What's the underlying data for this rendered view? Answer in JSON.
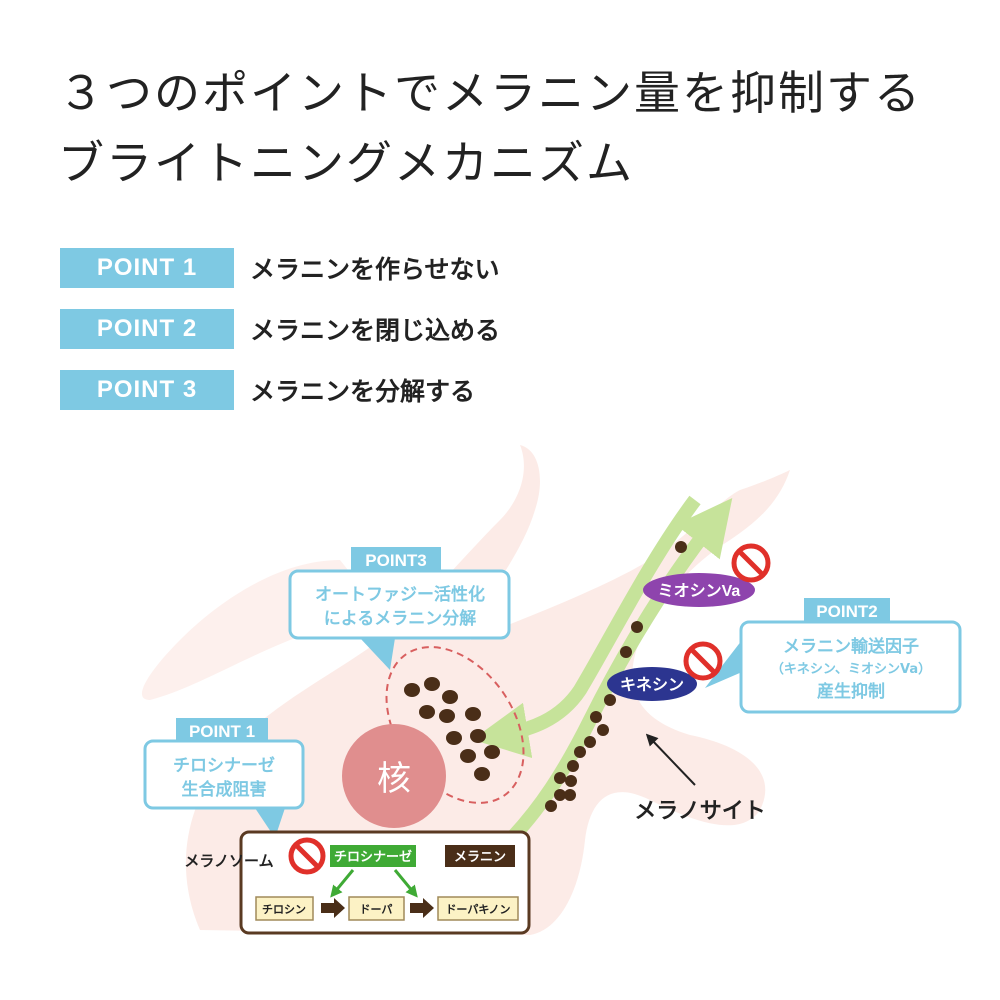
{
  "title": {
    "line1": "３つのポイントでメラニン量を抑制する",
    "line2": "ブライトニングメカニズム"
  },
  "points": [
    {
      "badge": "POINT 1",
      "text": "メラニンを作らせない"
    },
    {
      "badge": "POINT 2",
      "text": "メラニンを閉じ込める"
    },
    {
      "badge": "POINT 3",
      "text": "メラニンを分解する"
    }
  ],
  "diagram": {
    "point3": {
      "tag": "POINT3",
      "line1": "オートファジー活性化",
      "line2": "によるメラニン分解"
    },
    "point2": {
      "tag": "POINT2",
      "line1": "メラニン輸送因子",
      "line2": "（キネシン、ミオシンVa）",
      "line3": "産生抑制"
    },
    "point1": {
      "tag": "POINT 1",
      "line1": "チロシナーゼ",
      "line2": "生合成阻害"
    },
    "nucleus": "核",
    "myosin": "ミオシンVa",
    "kinesin": "キネシン",
    "melanocyte": "メラノサイト",
    "melanosome": "メラノソーム",
    "tyrosinase": "チロシナーゼ",
    "melanin": "メラニン",
    "steps": [
      "チロシン",
      "ドーパ",
      "ドーパキノン"
    ],
    "colors": {
      "accent": "#7ec9e3",
      "cell": "#fbe6e1",
      "nucleus": "#e08e8e",
      "melanin": "#4a2e18",
      "arrow": "#c6e39a",
      "prohibit": "#e0302a",
      "myosin": "#8e44ad",
      "kinesin": "#2c3590",
      "tyrosinase": "#3faa35"
    }
  }
}
